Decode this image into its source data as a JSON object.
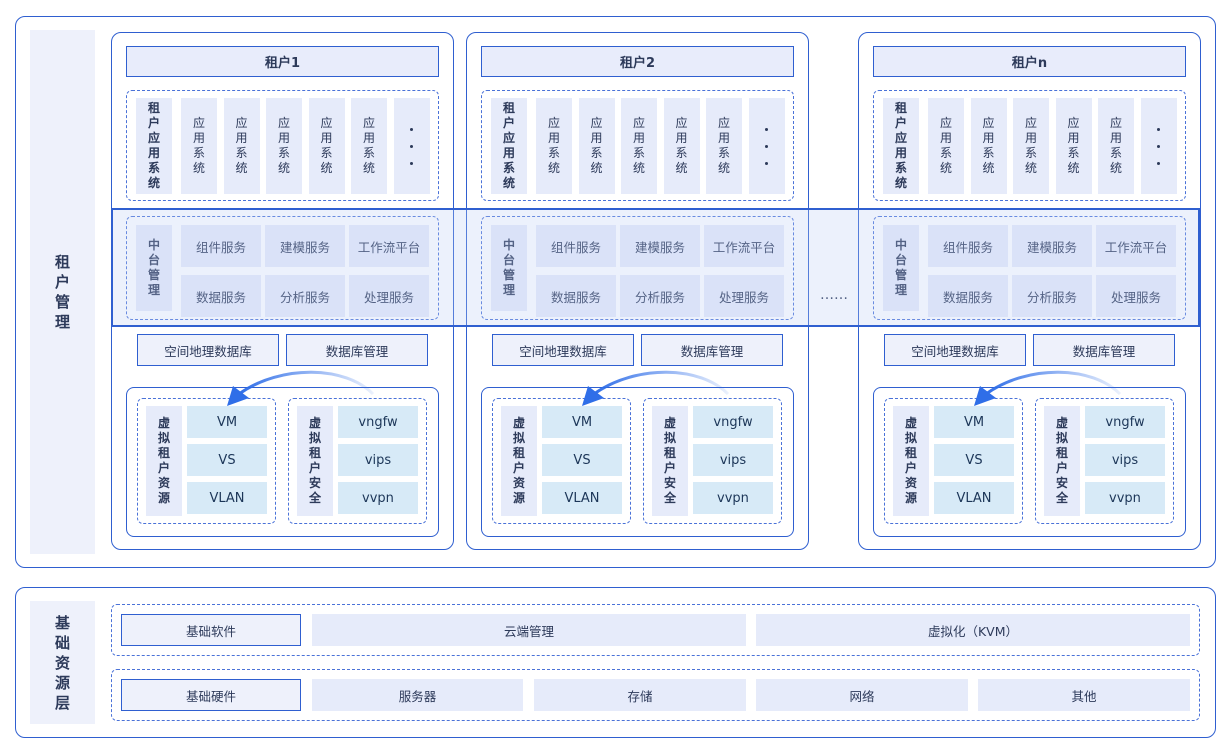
{
  "top_section": {
    "side_label": "租户管理",
    "ellipsis": "……",
    "tenants": [
      {
        "title": "租户1"
      },
      {
        "title": "租户2"
      },
      {
        "title": "租户n"
      }
    ],
    "app_label": "租户应用系统",
    "app_item": "应用系统",
    "mid_label": "中台管理",
    "mid_services": [
      "组件服务",
      "建模服务",
      "工作流平台",
      "数据服务",
      "分析服务",
      "处理服务"
    ],
    "db_items": [
      "空间地理数据库",
      "数据库管理"
    ],
    "vres_label": "虚拟租户资源",
    "vres_items": [
      "VM",
      "VS",
      "VLAN"
    ],
    "vsec_label": "虚拟租户安全",
    "vsec_items": [
      "vngfw",
      "vips",
      "vvpn"
    ]
  },
  "bottom_section": {
    "side_label": "基础资源层",
    "software_label": "基础软件",
    "software_items": [
      "云端管理",
      "虚拟化（KVM）"
    ],
    "hardware_label": "基础硬件",
    "hardware_items": [
      "服务器",
      "存储",
      "网络",
      "其他"
    ]
  },
  "colors": {
    "accent": "#2f5fd0",
    "cell": "#e6ebfa",
    "green_cell": "#d7eaf7",
    "arrow": "#2f6ee8"
  },
  "icons": [
    "curved-arrow-icon"
  ]
}
